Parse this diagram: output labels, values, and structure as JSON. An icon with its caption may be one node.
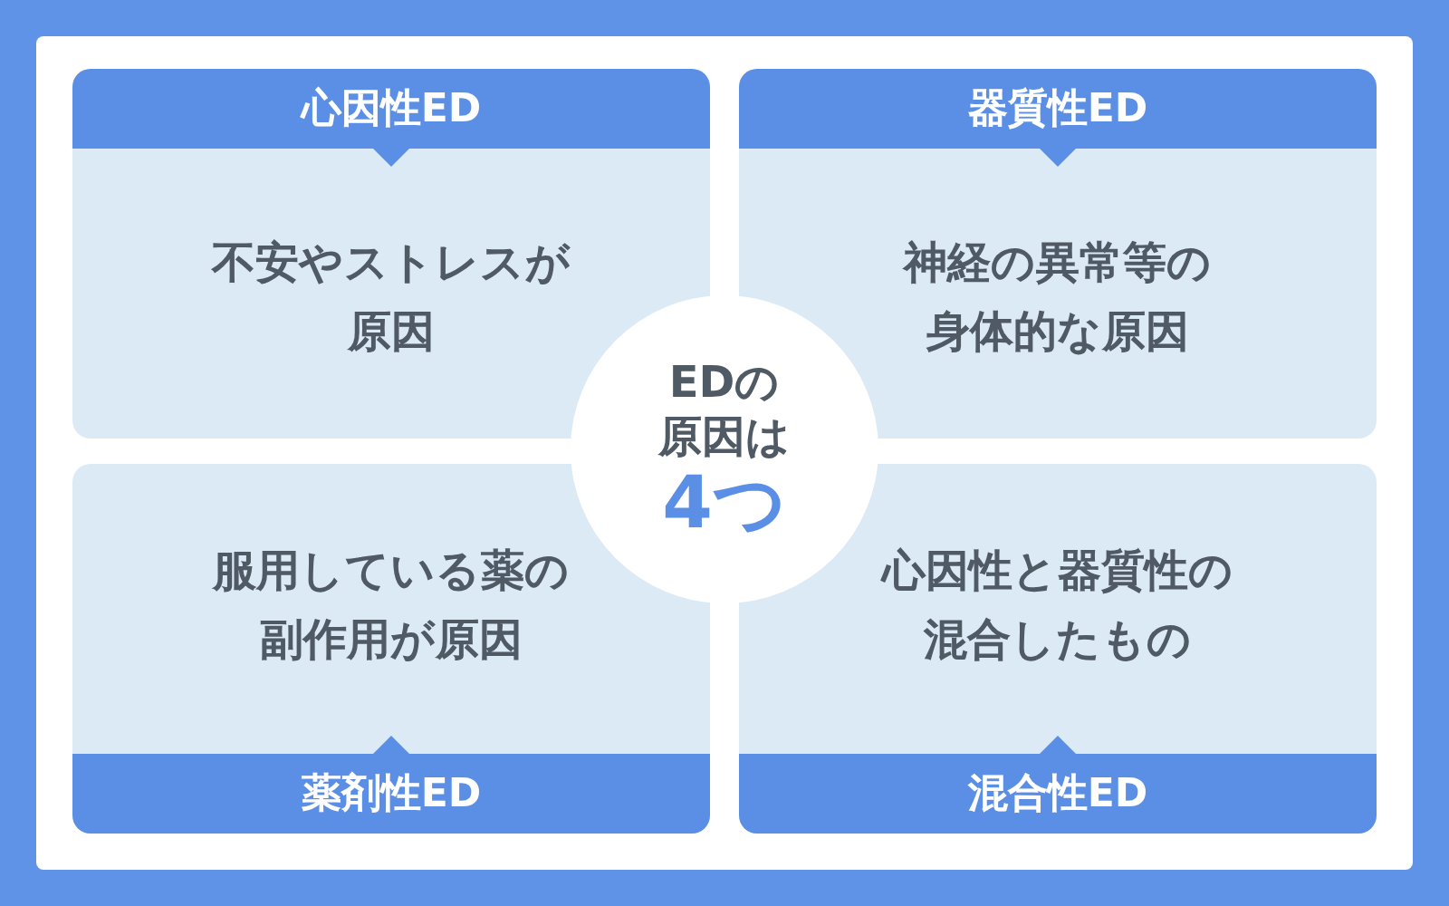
{
  "diagram": {
    "nodes": [
      {
        "text": [
          "心因性ED",
          "不安やストレスが原因"
        ]
      },
      {
        "text": [
          "器質性ED",
          "神経の異常等の身体的な原因"
        ]
      },
      {
        "text": [
          "EDの原因は",
          "4つ"
        ]
      },
      {
        "text": [
          "服用している薬の副作用が原因",
          "薬剤性ED"
        ]
      },
      {
        "text": [
          "心因性と器質性の混合したもの",
          "混合性ED"
        ]
      }
    ]
  }
}
